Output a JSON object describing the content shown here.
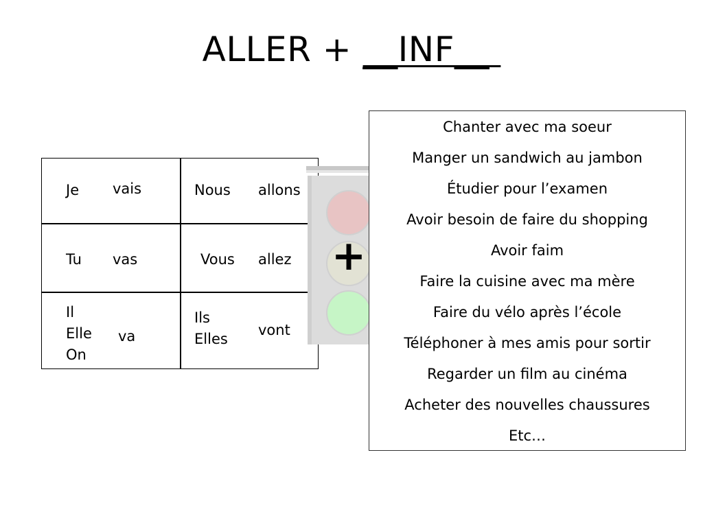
{
  "title": {
    "prefix": "ALLER + ",
    "blank": "__INF__ "
  },
  "conjugation": {
    "rows": [
      {
        "left_pronoun": "Je",
        "left_verb": "vais",
        "right_pronoun": "Nous",
        "right_verb": "allons"
      },
      {
        "left_pronoun": "Tu",
        "left_verb": "vas",
        "right_pronoun": "Vous",
        "right_verb": "allez"
      },
      {
        "left_pronouns": [
          "Il",
          "Elle",
          "On"
        ],
        "left_verb": "va",
        "right_pronouns": [
          "Ils",
          "Elles"
        ],
        "right_verb": "vont"
      }
    ]
  },
  "traffic_light": {
    "icon": "traffic-light-icon",
    "symbol": "+",
    "colors": {
      "frame": "#d8d8d8",
      "red": "#e8c4c4",
      "yellow": "#e2e2d4",
      "green": "#c6f5c6"
    }
  },
  "activities": [
    "Chanter avec ma soeur",
    "Manger un sandwich au jambon",
    "Étudier pour l’examen",
    "Avoir besoin de faire du shopping",
    "Avoir faim",
    "Faire la cuisine avec ma mère",
    "Faire du vélo après l’école",
    "Téléphoner à mes amis pour sortir",
    "Regarder un film au cinéma",
    "Acheter des nouvelles chaussures",
    "Etc…"
  ]
}
